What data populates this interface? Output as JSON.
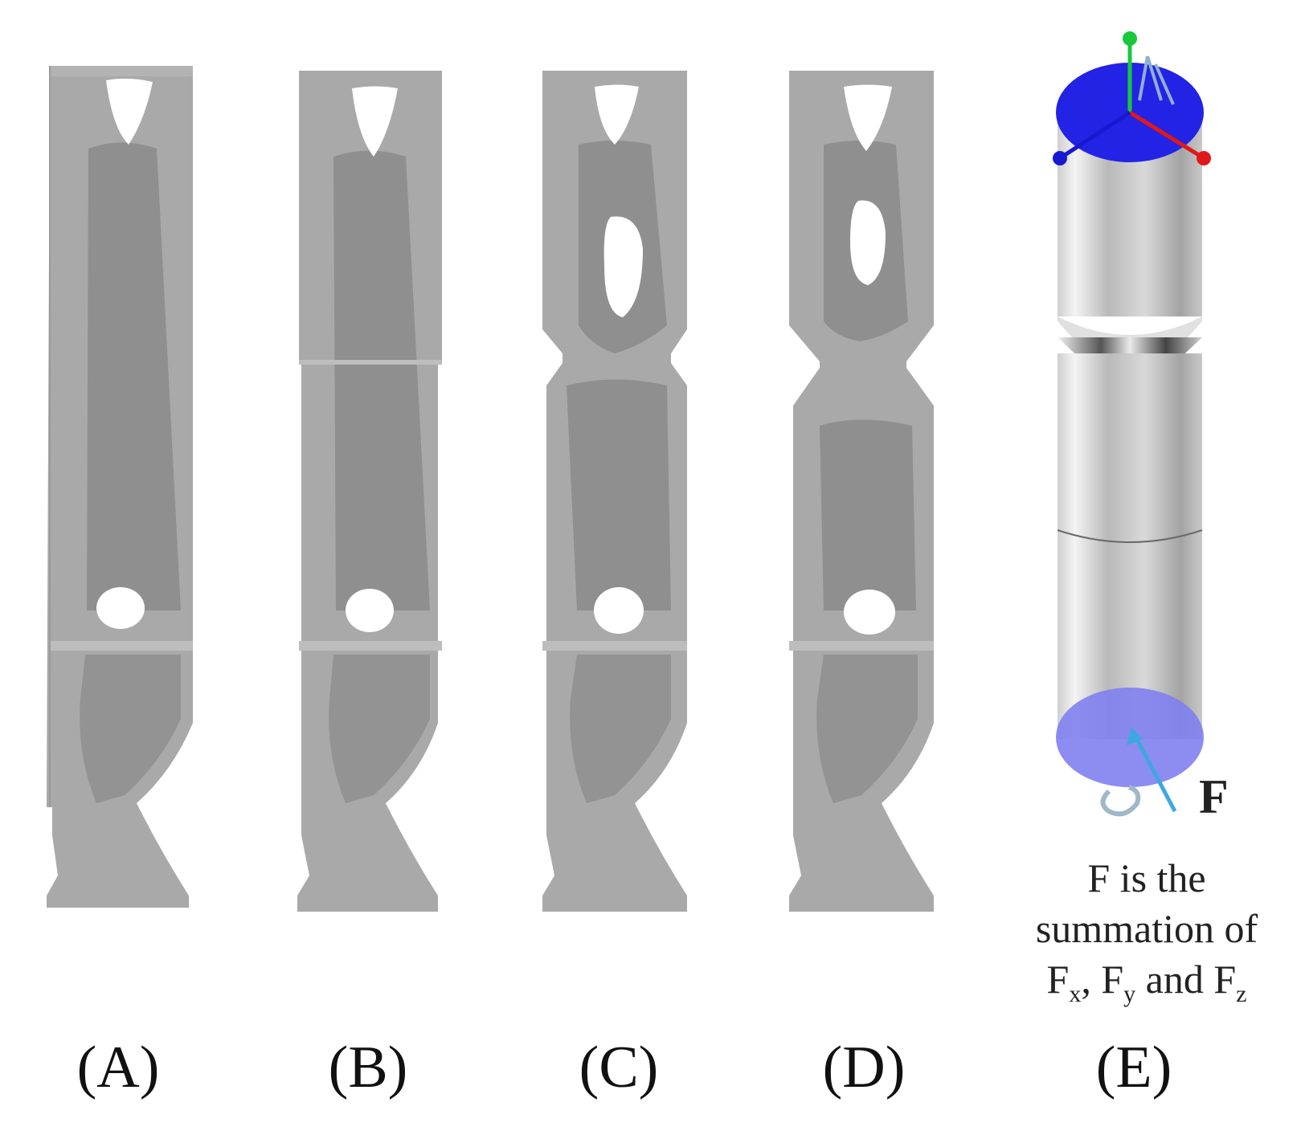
{
  "panels": {
    "a": {
      "label": "(A)"
    },
    "b": {
      "label": "(B)"
    },
    "c": {
      "label": "(C)"
    },
    "d": {
      "label": "(D)"
    },
    "e": {
      "label": "(E)"
    }
  },
  "force": {
    "symbol": "F",
    "caption_lines": [
      "F is the",
      "summation of"
    ],
    "components": [
      "F",
      "x",
      "F",
      "y",
      "and",
      "F",
      "z"
    ]
  },
  "colors": {
    "part_gray": "#a9a9a9",
    "cavity": "#8f8f8f",
    "top_face": "#2323e6",
    "bottom_face": "#7f7ff0",
    "axis_x": "#e01818",
    "axis_y": "#18c83c",
    "axis_z": "#1818d0",
    "force_arrow": "#3fa7e0"
  }
}
